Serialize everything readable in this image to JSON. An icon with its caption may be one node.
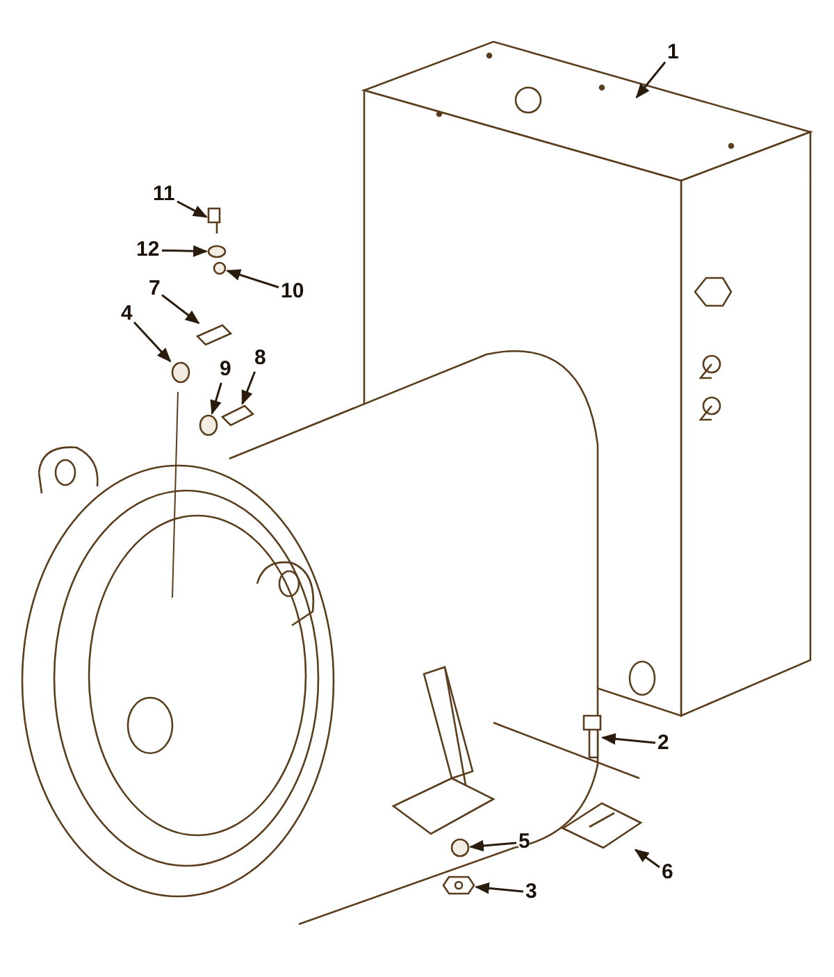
{
  "diagram": {
    "nodes": [
      {
        "text": [
          "1"
        ]
      },
      {
        "text": [
          "11"
        ]
      },
      {
        "text": [
          "12"
        ]
      },
      {
        "text": [
          "10"
        ]
      },
      {
        "text": [
          "7"
        ]
      },
      {
        "text": [
          "4"
        ]
      },
      {
        "text": [
          "8"
        ]
      },
      {
        "text": [
          "9"
        ]
      },
      {
        "text": [
          "2"
        ]
      },
      {
        "text": [
          "5"
        ]
      },
      {
        "text": [
          "6"
        ]
      },
      {
        "text": [
          "3"
        ]
      },
      {
        "text": [],
        "shape": "picture"
      },
      {
        "text": [],
        "shape": "circle"
      },
      {
        "text": [],
        "shape": "circle"
      },
      {
        "text": [],
        "shape": "picture"
      },
      {
        "text": [],
        "shape": "circle"
      },
      {
        "text": [],
        "shape": "picture"
      },
      {
        "text": [],
        "shape": "circle"
      },
      {
        "text": [],
        "shape": "picture"
      },
      {
        "text": [],
        "shape": "circle"
      },
      {
        "text": [],
        "shape": "picture"
      },
      {
        "text": [],
        "shape": "picture"
      }
    ],
    "edges": [
      {
        "from": 0,
        "to": null,
        "arrow": "to"
      },
      {
        "from": 1,
        "to": 12,
        "arrow": "to"
      },
      {
        "from": 2,
        "to": 13,
        "arrow": "to"
      },
      {
        "from": 3,
        "to": 14,
        "arrow": "to"
      },
      {
        "from": 4,
        "to": 15,
        "arrow": "to"
      },
      {
        "from": 5,
        "to": 16,
        "arrow": "to"
      },
      {
        "from": 6,
        "to": 17,
        "arrow": "to"
      },
      {
        "from": 7,
        "to": 18,
        "arrow": "to"
      },
      {
        "from": 8,
        "to": 19,
        "arrow": "to"
      },
      {
        "from": 9,
        "to": 20,
        "arrow": "to"
      },
      {
        "from": 10,
        "to": 21,
        "arrow": "to"
      },
      {
        "from": 11,
        "to": 22,
        "arrow": "to"
      }
    ]
  }
}
